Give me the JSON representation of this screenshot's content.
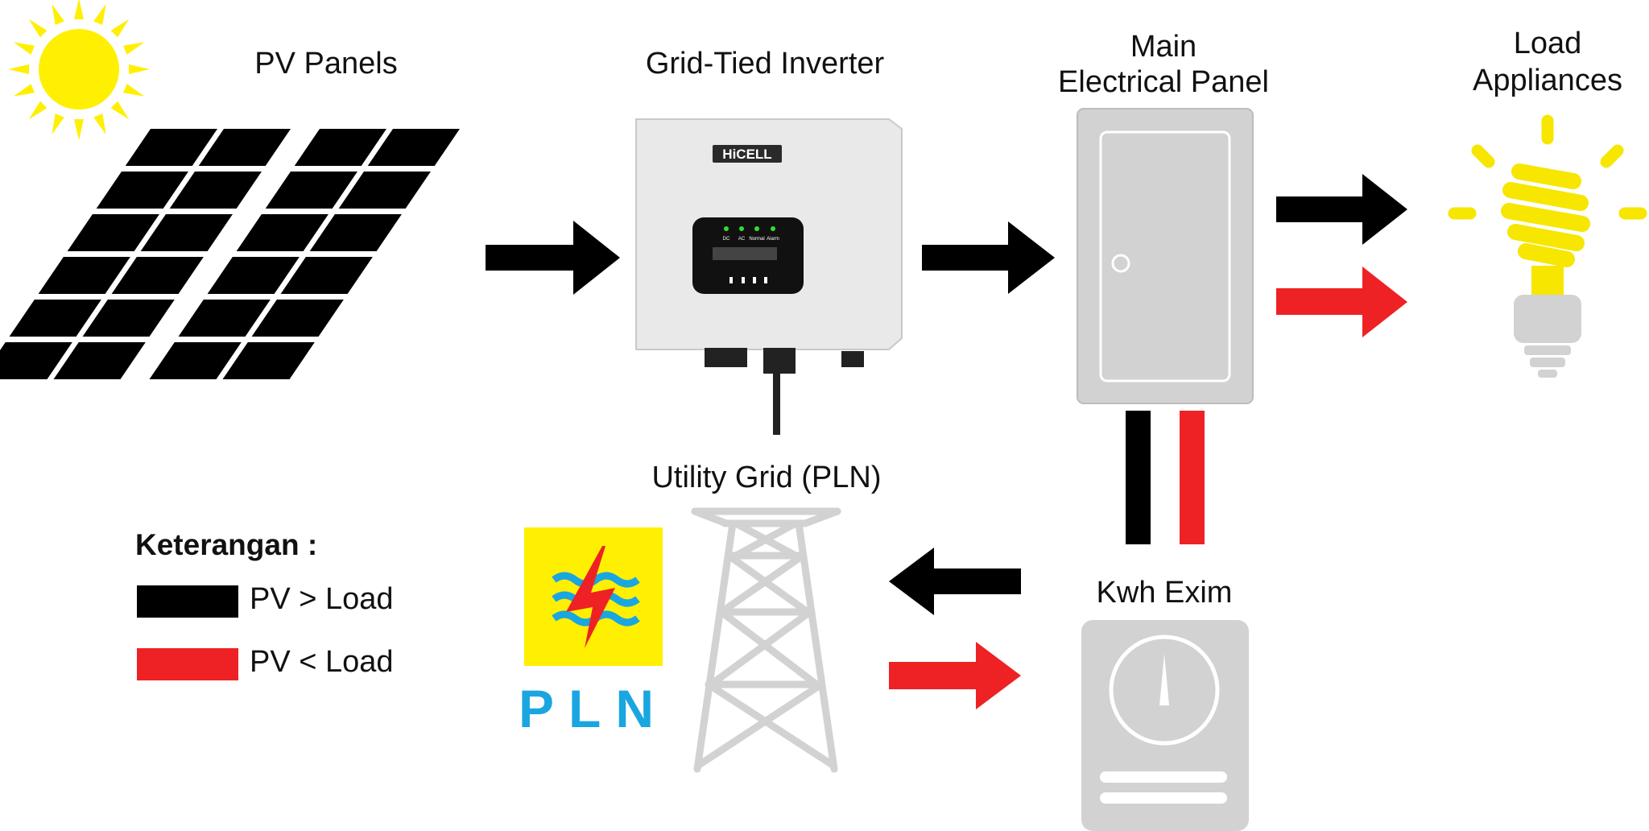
{
  "labels": {
    "pv_panels": "PV Panels",
    "inverter": "Grid-Tied Inverter",
    "main_panel_line1": "Main",
    "main_panel_line2": "Electrical Panel",
    "load_line1": "Load",
    "load_line2": "Appliances",
    "utility_grid": "Utility Grid (PLN)",
    "kwh": "Kwh Exim",
    "inverter_brand": "HiCELL",
    "inverter_leds": [
      "DC",
      "AC",
      "Normal",
      "Alarm"
    ],
    "pln_logo_text": "PLN"
  },
  "legend": {
    "title": "Keterangan :",
    "items": [
      {
        "label": "PV > Load",
        "color": "#000000"
      },
      {
        "label": "PV < Load",
        "color": "#ee2224"
      }
    ]
  },
  "colors": {
    "black_flow": "#000000",
    "red_flow": "#ee2224",
    "sun": "#ffef00",
    "bulb": "#f6e600",
    "grey_equipment": "#d2d2d2",
    "pln_yellow": "#ffef00",
    "pln_blue": "#1aa6e0"
  },
  "icons": [
    "sun-icon",
    "solar-panel-icon",
    "inverter-icon",
    "electrical-panel-icon",
    "light-bulb-icon",
    "transmission-tower-icon",
    "pln-logo",
    "kwh-meter-icon"
  ]
}
